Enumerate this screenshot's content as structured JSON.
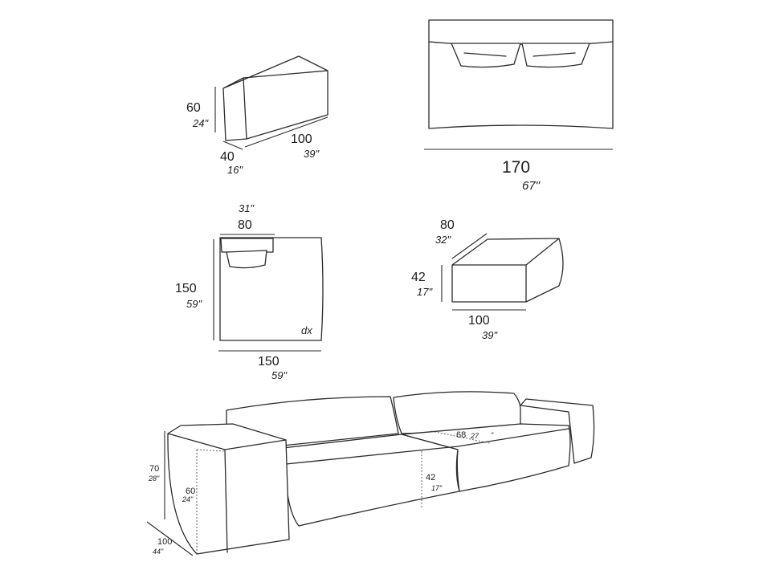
{
  "armrest": {
    "height_cm": "60",
    "height_in": "24\"",
    "depth_cm": "40",
    "depth_in": "16\"",
    "width_cm": "100",
    "width_in": "39\""
  },
  "top_view": {
    "width_cm": "170",
    "width_in": "67\""
  },
  "corner": {
    "depth_cm": "80",
    "depth_in": "31\"",
    "height_cm": "150",
    "height_in": "59\"",
    "width_cm": "150",
    "width_in": "59\"",
    "label": "dx"
  },
  "pouf": {
    "depth_cm": "80",
    "depth_in": "32\"",
    "height_cm": "42",
    "height_in": "17\"",
    "width_cm": "100",
    "width_in": "39\""
  },
  "sofa": {
    "total_height_cm": "70",
    "total_height_in": "28\"",
    "arm_height_cm": "60",
    "arm_height_in": "24\"",
    "depth_cm": "100",
    "depth_in": "44\"",
    "seat_depth_cm": "68",
    "seat_depth_in": "27",
    "seat_depth_in_mark": "\"",
    "seat_height_cm": "42",
    "seat_height_in": "17\""
  },
  "colors": {
    "line": "#2b2b2b",
    "background": "#ffffff"
  }
}
